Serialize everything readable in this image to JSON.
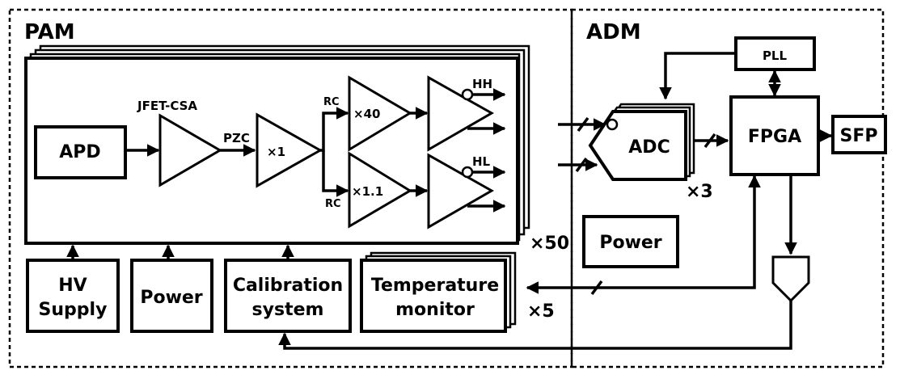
{
  "diagram": {
    "regions": {
      "pam_label": "PAM",
      "adm_label": "ADM"
    },
    "blocks": {
      "apd": "APD",
      "jfet_csa": "JFET-CSA",
      "pzc": "PZC",
      "gain_x1": "×1",
      "rc_top": "RC",
      "rc_bottom": "RC",
      "gain_x40": "×40",
      "gain_x1_1": "×1.1",
      "hh": "HH",
      "hl": "HL",
      "multiplicity_pam": "×50",
      "hv_supply_line1": "HV",
      "hv_supply_line2": "Supply",
      "power_pam": "Power",
      "calibration_line1": "Calibration",
      "calibration_line2": "system",
      "temperature_line1": "Temperature",
      "temperature_line2": "monitor",
      "multiplicity_temp": "×5",
      "adc": "ADC",
      "multiplicity_adc": "×3",
      "pll": "PLL",
      "fpga": "FPGA",
      "sfp": "SFP",
      "power_adm": "Power"
    }
  }
}
